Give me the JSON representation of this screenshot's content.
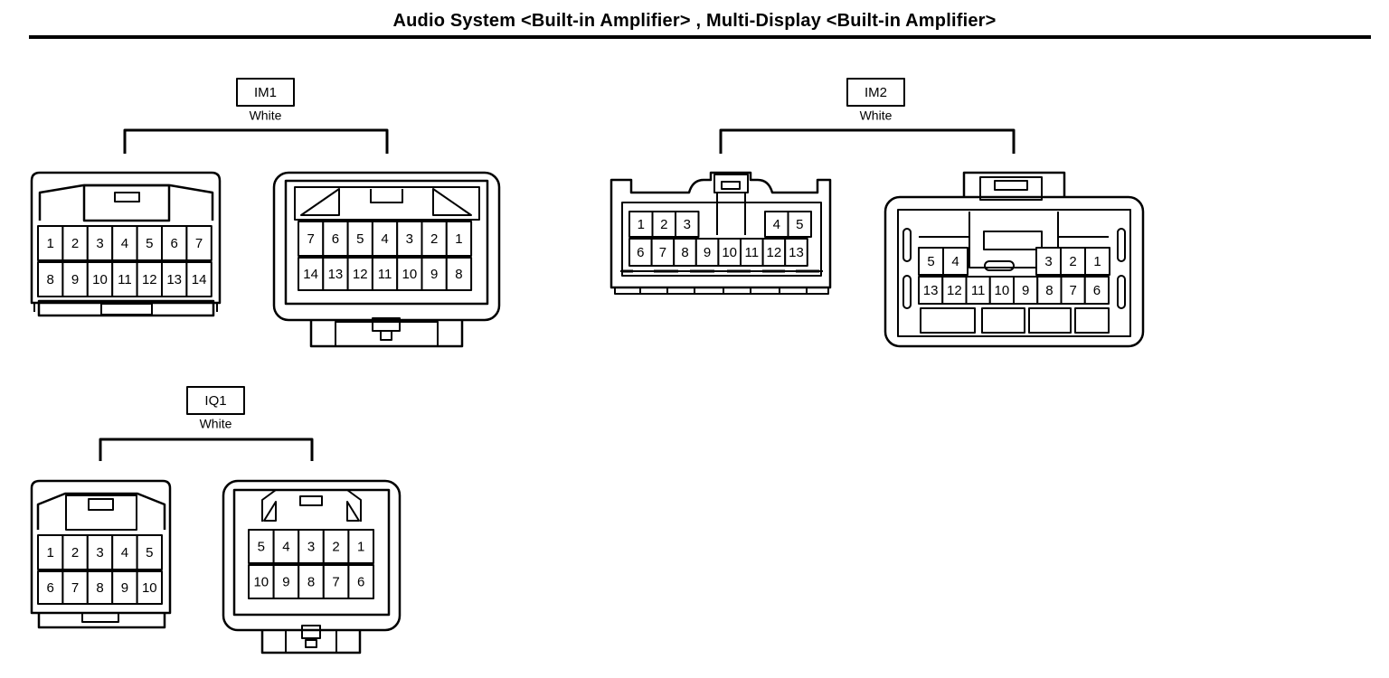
{
  "title": "Audio System <Built-in Amplifier> , Multi-Display <Built-in Amplifier>",
  "connectors": {
    "im1": {
      "label": "IM1",
      "color": "White",
      "left": {
        "row1": [
          "1",
          "2",
          "3",
          "4",
          "5",
          "6",
          "7"
        ],
        "row2": [
          "8",
          "9",
          "10",
          "11",
          "12",
          "13",
          "14"
        ]
      },
      "right": {
        "row1": [
          "7",
          "6",
          "5",
          "4",
          "3",
          "2",
          "1"
        ],
        "row2": [
          "14",
          "13",
          "12",
          "11",
          "10",
          "9",
          "8"
        ]
      }
    },
    "im2": {
      "label": "IM2",
      "color": "White",
      "left": {
        "row1": [
          "1",
          "2",
          "3",
          "4",
          "5"
        ],
        "row2": [
          "6",
          "7",
          "8",
          "9",
          "10",
          "11",
          "12",
          "13"
        ]
      },
      "right": {
        "row1": [
          "5",
          "4",
          "3",
          "2",
          "1"
        ],
        "row2": [
          "13",
          "12",
          "11",
          "10",
          "9",
          "8",
          "7",
          "6"
        ]
      }
    },
    "iq1": {
      "label": "IQ1",
      "color": "White",
      "left": {
        "row1": [
          "1",
          "2",
          "3",
          "4",
          "5"
        ],
        "row2": [
          "6",
          "7",
          "8",
          "9",
          "10"
        ]
      },
      "right": {
        "row1": [
          "5",
          "4",
          "3",
          "2",
          "1"
        ],
        "row2": [
          "10",
          "9",
          "8",
          "7",
          "6"
        ]
      }
    }
  }
}
